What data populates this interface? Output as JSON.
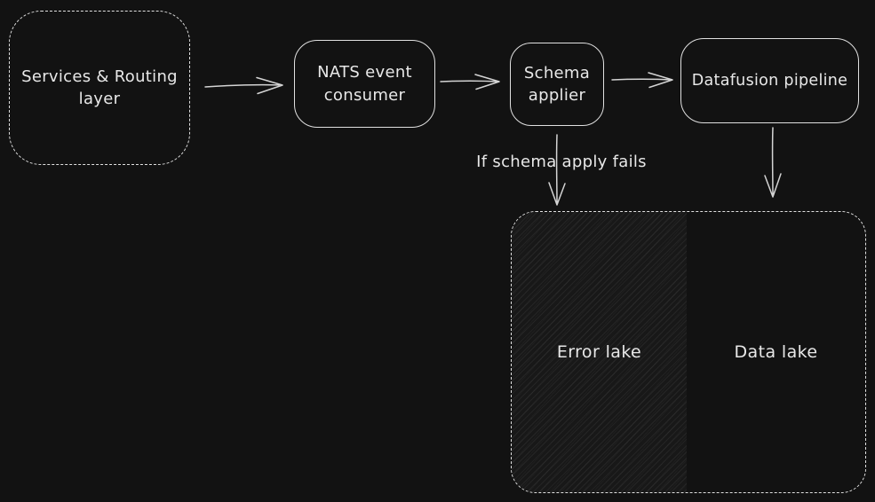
{
  "diagram": {
    "colors": {
      "canvas_background": "#121212",
      "stroke": "#e0e0e0",
      "arrow_stroke": "#d4d4d4",
      "error_lake_fill": "#181818",
      "hatch_line": "#2e2e2e",
      "text": "#e8e8e8"
    },
    "nodes": {
      "services_routing": {
        "label": "Services & Routing layer",
        "shape": "dashed-rounded-rect"
      },
      "nats_consumer": {
        "label": "NATS event consumer",
        "shape": "rounded-rect"
      },
      "schema_applier": {
        "label": "Schema applier",
        "shape": "rounded-rect"
      },
      "datafusion_pipeline": {
        "label": "Datafusion pipeline",
        "shape": "rounded-rect"
      },
      "lakes_container": {
        "label": "",
        "shape": "dashed-rounded-rect"
      },
      "error_lake": {
        "label": "Error lake",
        "fill": "hatched"
      },
      "data_lake": {
        "label": "Data lake",
        "fill": "none"
      }
    },
    "edges": [
      {
        "from": "services_routing",
        "to": "nats_consumer",
        "label": ""
      },
      {
        "from": "nats_consumer",
        "to": "schema_applier",
        "label": ""
      },
      {
        "from": "schema_applier",
        "to": "datafusion_pipeline",
        "label": ""
      },
      {
        "from": "schema_applier",
        "to": "error_lake",
        "label": "If schema apply fails"
      },
      {
        "from": "datafusion_pipeline",
        "to": "data_lake",
        "label": ""
      }
    ]
  }
}
